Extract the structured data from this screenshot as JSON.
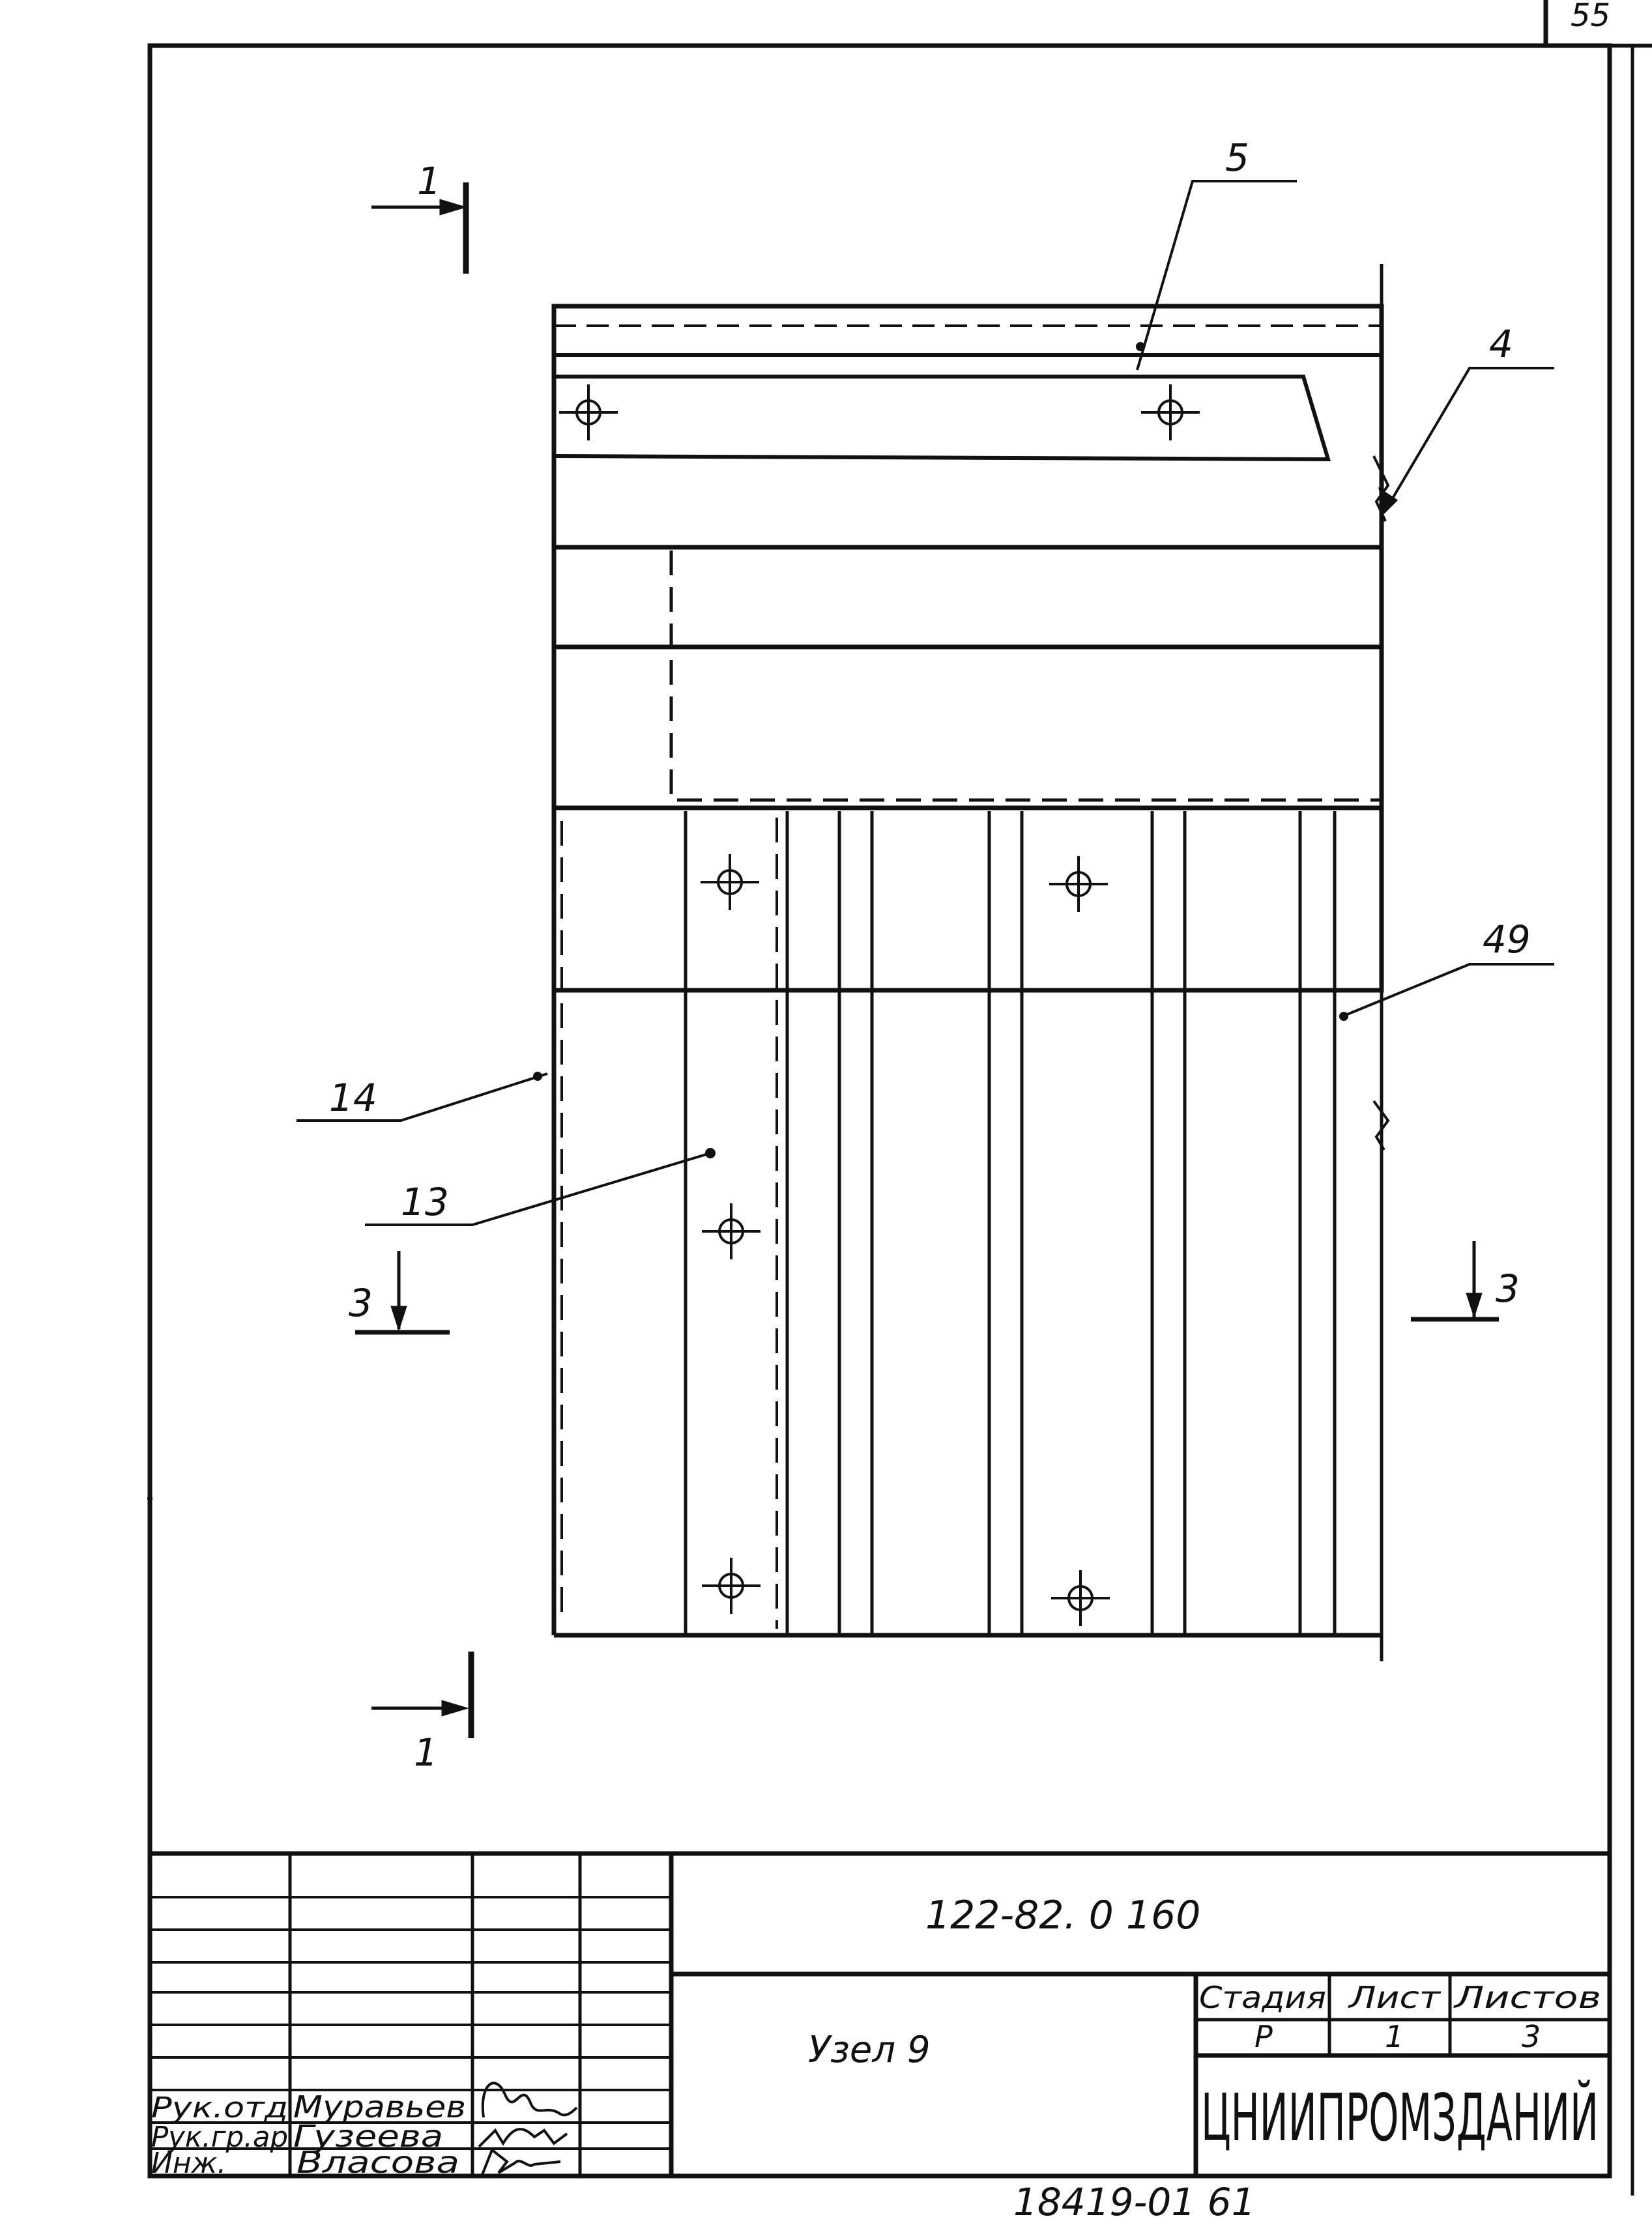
{
  "drawing": {
    "callouts": {
      "c5": "5",
      "c4": "4",
      "c49": "49",
      "c14": "14",
      "c13": "13"
    },
    "sections": {
      "s1_top": "1",
      "s1_bottom": "1",
      "s3_left": "3",
      "s3_right": "3"
    },
    "corner_mark": "55"
  },
  "title_block": {
    "document_code": "122-82. 0 160",
    "sheet_title": "Узел 9",
    "roles": {
      "r1": "Рук.отд",
      "r2": "Рук.гр.ар",
      "r3": "Инж."
    },
    "names": {
      "n1": "Муравьев",
      "n2": "Гузеева",
      "n3": "Власова"
    },
    "headers": {
      "stage": "Стадия",
      "sheet": "Лист",
      "sheets": "Листов"
    },
    "values": {
      "stage": "Р",
      "sheet": "1",
      "sheets": "3"
    },
    "organization": "ЦНИИПРОМЗДАНИЙ",
    "footer_number": "18419-01 61"
  }
}
